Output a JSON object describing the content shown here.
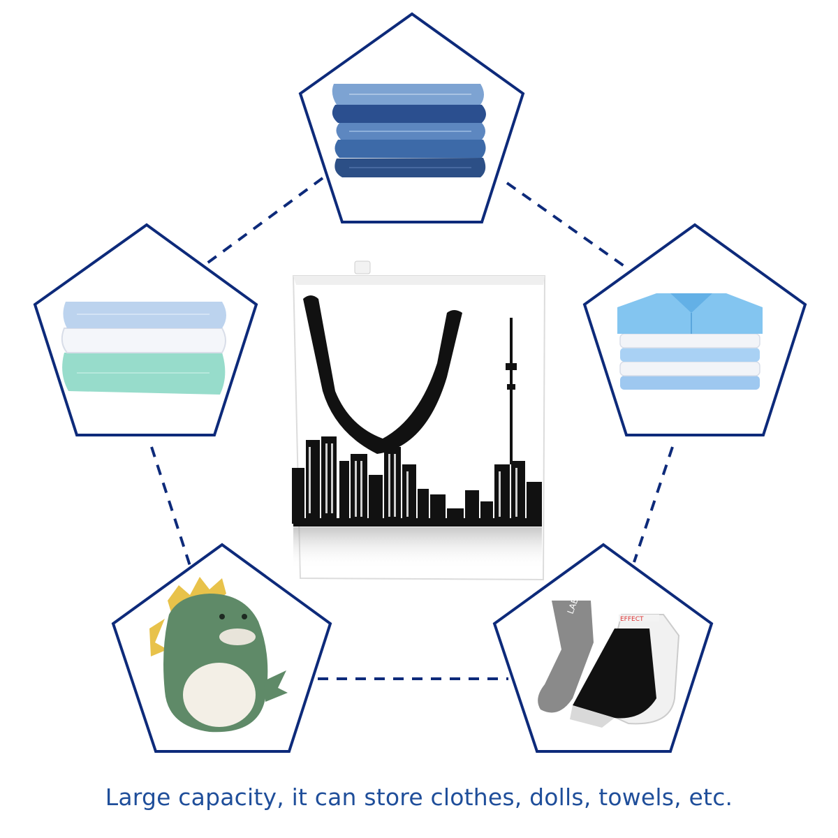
{
  "caption": "Large capacity, it can store clothes, dolls, towels, etc.",
  "colors": {
    "frame": "#0d2a7a",
    "connector": "#0d2a7a",
    "caption": "#1f4e9a"
  },
  "items": [
    {
      "id": "jeans",
      "icon": "folded-jeans-stack"
    },
    {
      "id": "towels",
      "icon": "folded-towels-stack"
    },
    {
      "id": "shirts",
      "icon": "folded-shirts-stack"
    },
    {
      "id": "plush",
      "icon": "dinosaur-plush-toy"
    },
    {
      "id": "socks",
      "icon": "socks"
    }
  ],
  "center": {
    "icon": "laundry-hamper-city-skyline"
  }
}
